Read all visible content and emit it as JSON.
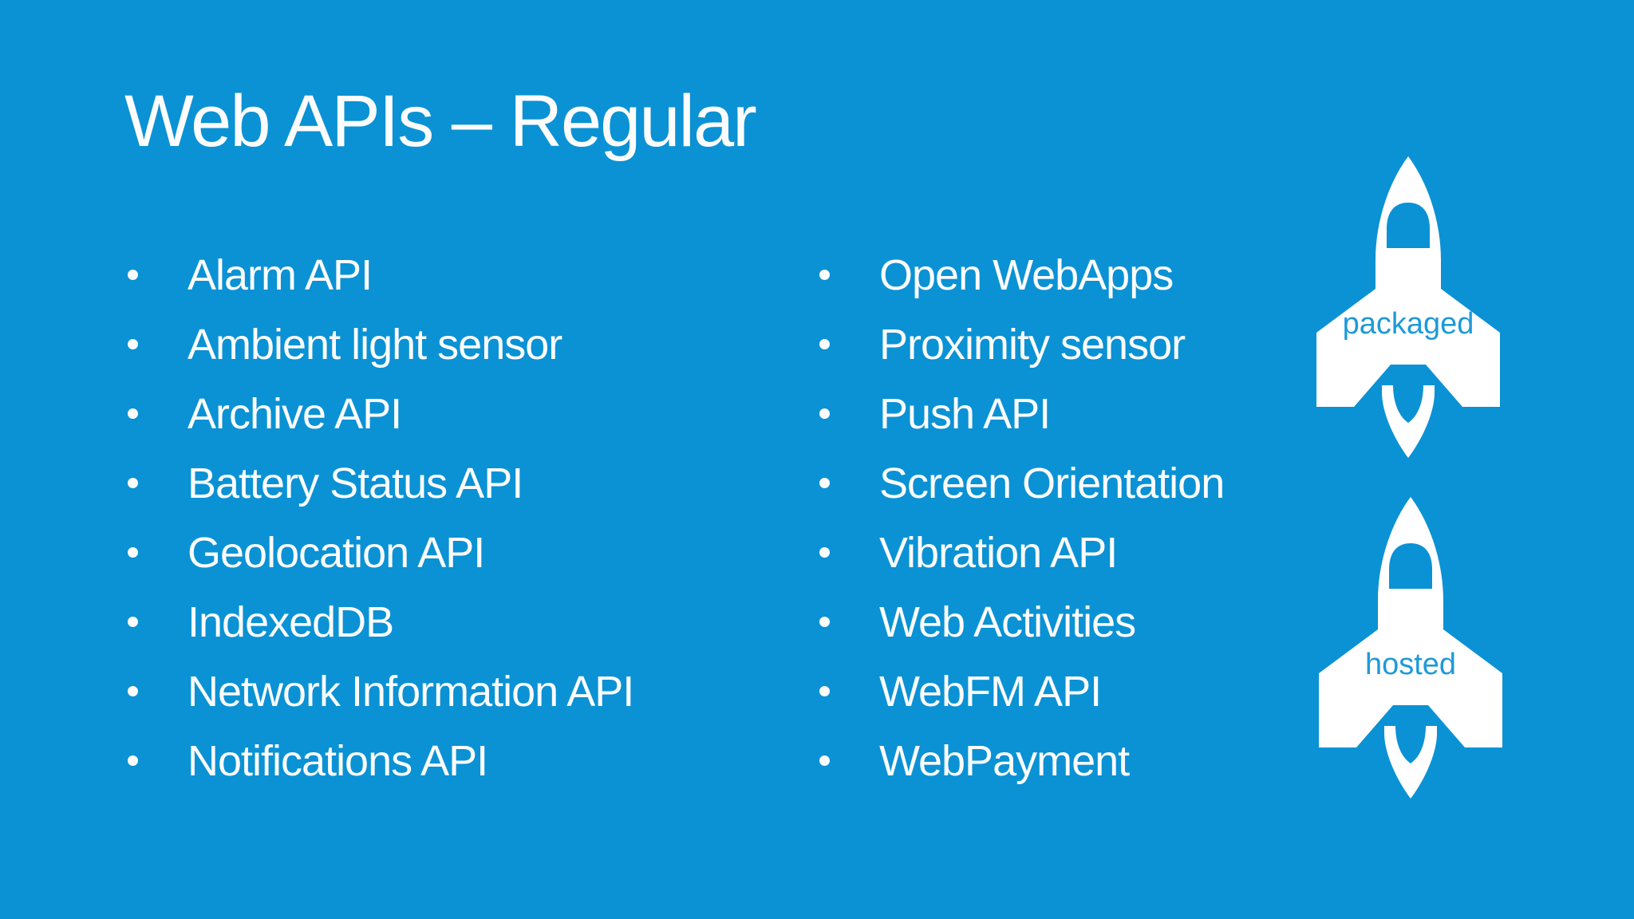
{
  "title": "Web APIs – Regular",
  "colors": {
    "background": "#0a92d5",
    "text": "#fcfcfc",
    "icon": "#ffffff",
    "icon_label": "#1e9ad8"
  },
  "columns": {
    "left": [
      "Alarm API",
      "Ambient light sensor",
      "Archive API",
      "Battery Status API",
      "Geolocation API",
      "IndexedDB",
      "Network Information API",
      "Notifications API"
    ],
    "right": [
      "Open WebApps",
      "Proximity sensor",
      "Push API",
      "Screen Orientation",
      "Vibration API",
      "Web Activities",
      "WebFM API",
      "WebPayment"
    ]
  },
  "rockets": [
    {
      "label": "packaged"
    },
    {
      "label": "hosted"
    }
  ]
}
